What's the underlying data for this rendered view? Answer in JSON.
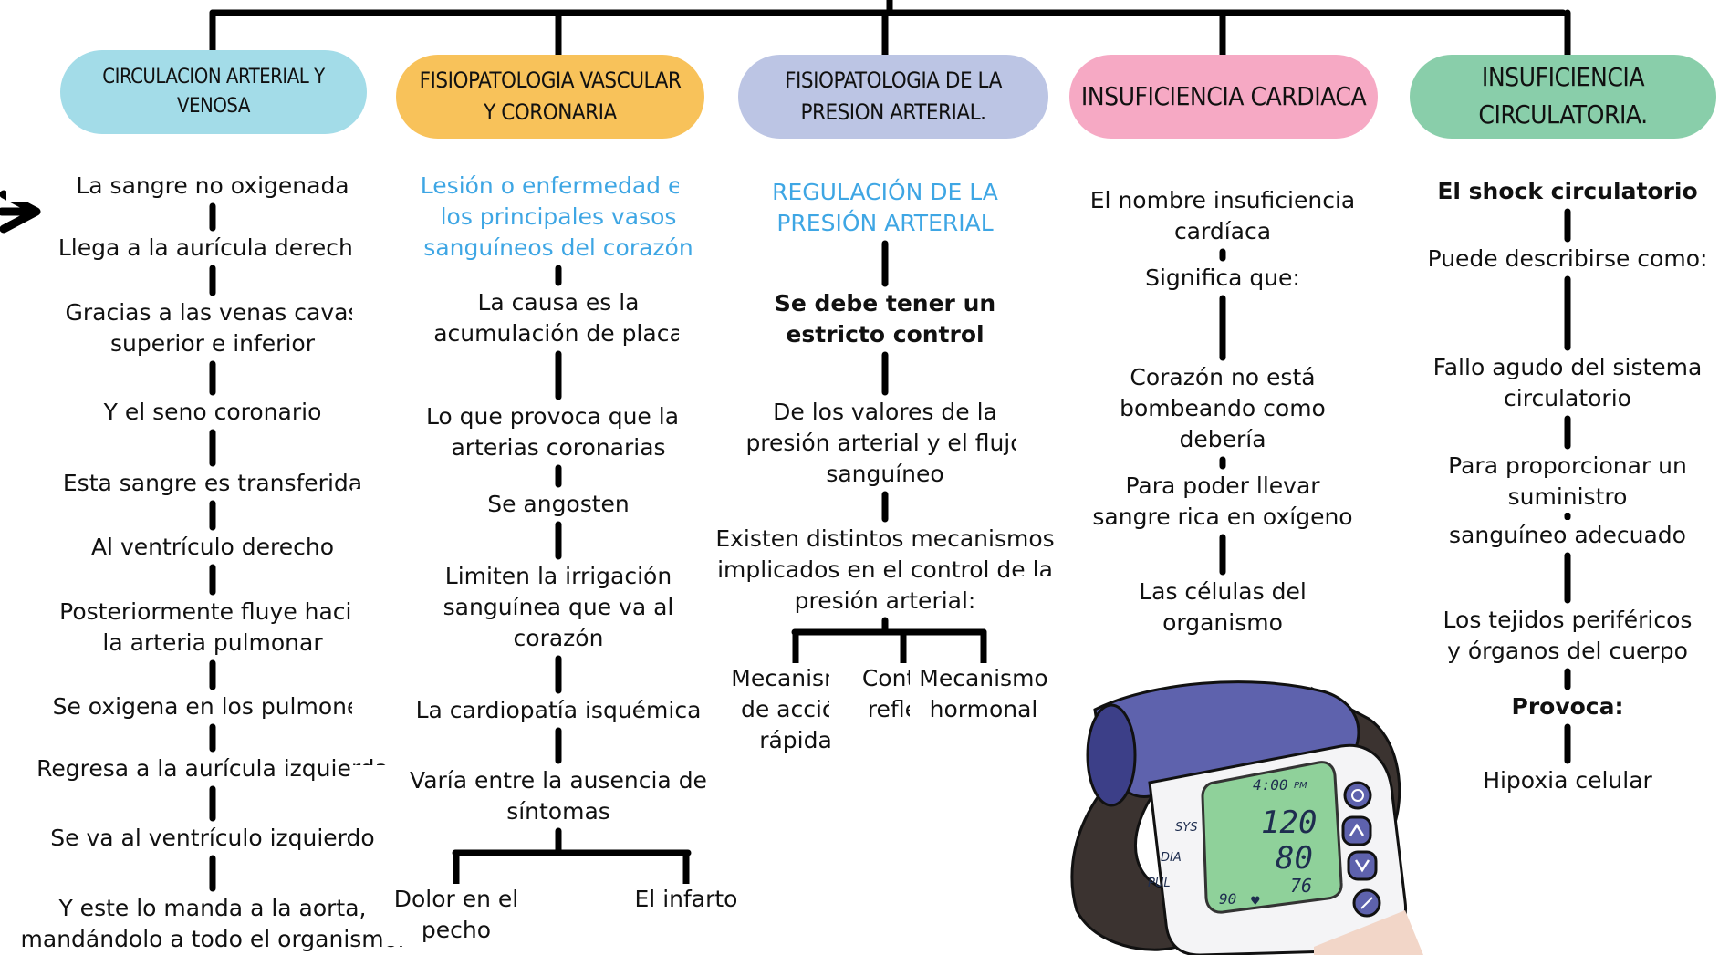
{
  "colors": {
    "col1_header": "#a3dce8",
    "col2_header": "#f8c25a",
    "col3_header": "#bcc5e4",
    "col4_header": "#f6a9c4",
    "col5_header": "#89ceaa",
    "accent_text": "#3ea6e4",
    "connector": "#000000"
  },
  "columns": [
    {
      "header": [
        "CIRCULACION ARTERIAL Y",
        "VENOSA"
      ],
      "items": [
        [
          "La sangre no oxigenada"
        ],
        [
          "Llega a la aurícula derecha"
        ],
        [
          "Gracias a las venas cavas",
          "superior e inferior"
        ],
        [
          "Y el seno coronario"
        ],
        [
          "Esta sangre es transferida"
        ],
        [
          "Al ventrículo derecho"
        ],
        [
          "Posteriormente fluye hacia",
          "la arteria pulmonar"
        ],
        [
          "Se oxigena en los pulmones"
        ],
        [
          "Regresa a la aurícula izquierda"
        ],
        [
          "Se va al ventrículo izquierdo"
        ],
        [
          "Y este lo manda a la aorta,",
          "mandándolo a todo el organismo."
        ]
      ]
    },
    {
      "header": [
        "FISIOPATOLOGIA VASCULAR",
        "Y CORONARIA"
      ],
      "items": [
        [
          "Lesión o enfermedad en",
          "los principales vasos",
          "sanguíneos del corazón"
        ],
        [
          "La causa es la",
          "acumulación de placa"
        ],
        [
          "Lo que provoca que las",
          "arterias coronarias"
        ],
        [
          "Se angosten"
        ],
        [
          "Limiten la irrigación",
          "sanguínea que va al",
          "corazón"
        ],
        [
          "La cardiopatía isquémica"
        ],
        [
          "Varía entre la ausencia de",
          "síntomas"
        ]
      ],
      "branches": [
        [
          "Dolor en el",
          "pecho"
        ],
        [
          "El infarto"
        ]
      ]
    },
    {
      "header": [
        "FISIOPATOLOGIA DE LA",
        "PRESION ARTERIAL."
      ],
      "items": [
        [
          "REGULACIÓN DE LA",
          "PRESIÓN ARTERIAL"
        ],
        [
          "Se debe tener un",
          "estricto control"
        ],
        [
          "De los valores de la",
          "presión arterial y el flujo",
          "sanguíneo"
        ],
        [
          "Existen distintos mecanismos",
          "implicados en el control de la",
          "presión arterial:"
        ]
      ],
      "branches": [
        [
          "Mecanismo",
          "de acción",
          "rápida"
        ],
        [
          "Control",
          "reflejo"
        ],
        [
          "Mecanismo",
          "hormonal"
        ]
      ]
    },
    {
      "header": [
        "INSUFICIENCIA CARDIACA"
      ],
      "items": [
        [
          "El nombre insuficiencia",
          "cardíaca"
        ],
        [
          "Significa que:"
        ],
        [
          "Corazón no está",
          "bombeando como",
          "debería"
        ],
        [
          "Para poder llevar",
          "sangre rica en oxígeno"
        ],
        [
          "Las células del",
          "organismo"
        ]
      ]
    },
    {
      "header": [
        "INSUFICIENCIA",
        "CIRCULATORIA."
      ],
      "items": [
        [
          "El shock circulatorio"
        ],
        [
          "Puede describirse como:"
        ],
        [
          "Fallo agudo del sistema",
          "circulatorio"
        ],
        [
          "Para proporcionar un",
          "suministro"
        ],
        [
          "sanguíneo adecuado"
        ],
        [
          "Los tejidos periféricos",
          "y órganos del cuerpo"
        ],
        [
          "Provoca:"
        ],
        [
          "Hipoxia celular"
        ]
      ]
    }
  ],
  "monitor": {
    "time": "4:00",
    "ampm": "PM",
    "sys_label": "SYS",
    "dia_label": "DIA",
    "pul_label": "PUL",
    "sys_value": "120",
    "dia_value": "80",
    "pul_value": "76",
    "memory": "90",
    "icons": [
      "power-icon",
      "up-arrow-icon",
      "down-arrow-icon",
      "mode-icon",
      "heart-icon"
    ]
  }
}
